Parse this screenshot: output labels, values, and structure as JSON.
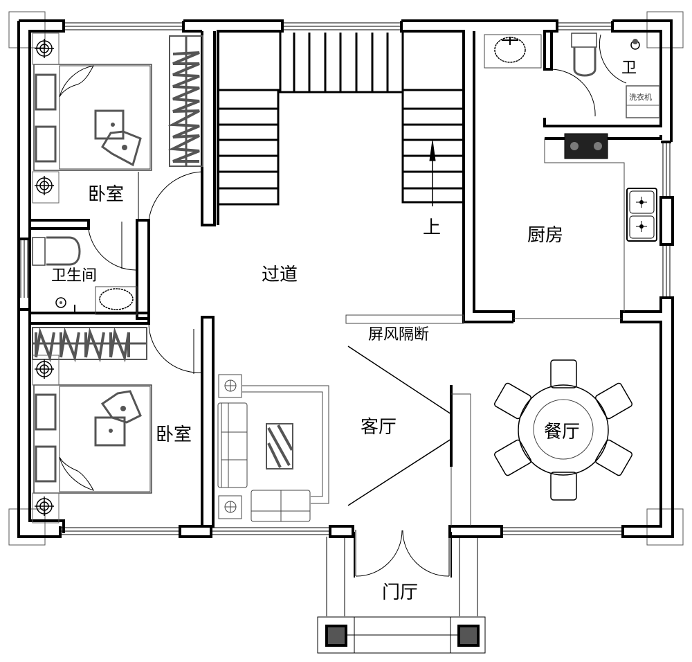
{
  "plan": {
    "type": "residential floor plan",
    "colors": {
      "wall": "#000000",
      "fixture": "#555555",
      "background": "#ffffff",
      "column_fill": "#555555"
    }
  },
  "rooms": {
    "bedroom_top": {
      "label": "卧室"
    },
    "bathroom_left": {
      "label": "卫生间"
    },
    "bedroom_bottom": {
      "label": "卧室"
    },
    "hallway": {
      "label": "过道"
    },
    "stairs": {
      "label": "上"
    },
    "kitchen": {
      "label": "厨房"
    },
    "bathroom_right": {
      "label": "卫"
    },
    "screen_partition": {
      "label": "屏风隔断"
    },
    "living_room": {
      "label": "客厅"
    },
    "dining_room": {
      "label": "餐厅"
    },
    "entrance_hall": {
      "label": "门厅"
    }
  },
  "fixtures": {
    "washing_machine": {
      "label": "洗衣机"
    },
    "dining_chairs": 6,
    "stair_steps_left": 7,
    "stair_steps_right": 7,
    "stair_landing_treads": 8
  }
}
